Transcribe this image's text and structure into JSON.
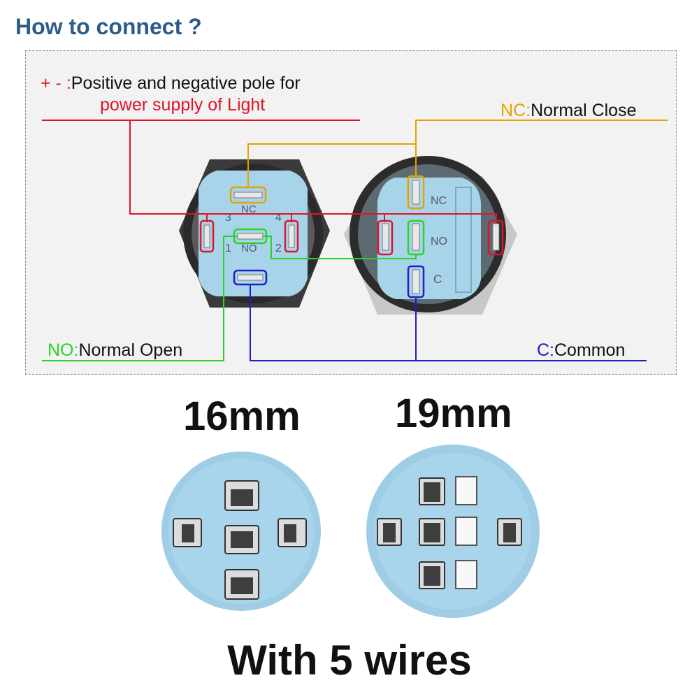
{
  "title": "How to connect ?",
  "labels": {
    "pm_symbol": "+ - :",
    "pm_text": "Positive and negative pole for",
    "pm_text2": "power supply of Light",
    "nc_code": "NC:",
    "nc_text": "Normal Close",
    "no_code": "NO:",
    "no_text": "Normal Open",
    "c_code": "C:",
    "c_text": "Common"
  },
  "terminal_marks_16mm": {
    "top_left": "3",
    "top_mid": "NC",
    "top_right": "4",
    "bot_left": "1",
    "bot_mid": "NO",
    "bot_right": "2"
  },
  "terminal_marks_19mm": {
    "nc": "NC",
    "no": "NO",
    "c": "C"
  },
  "sizes": {
    "left": "16mm",
    "right": "19mm"
  },
  "footer": "With 5 wires",
  "colors": {
    "title": "#2e5c8a",
    "power": "#e0142a",
    "nc": "#e6a100",
    "no": "#2bd12b",
    "common": "#1e1ec8",
    "socket": "#a8d4ea"
  }
}
